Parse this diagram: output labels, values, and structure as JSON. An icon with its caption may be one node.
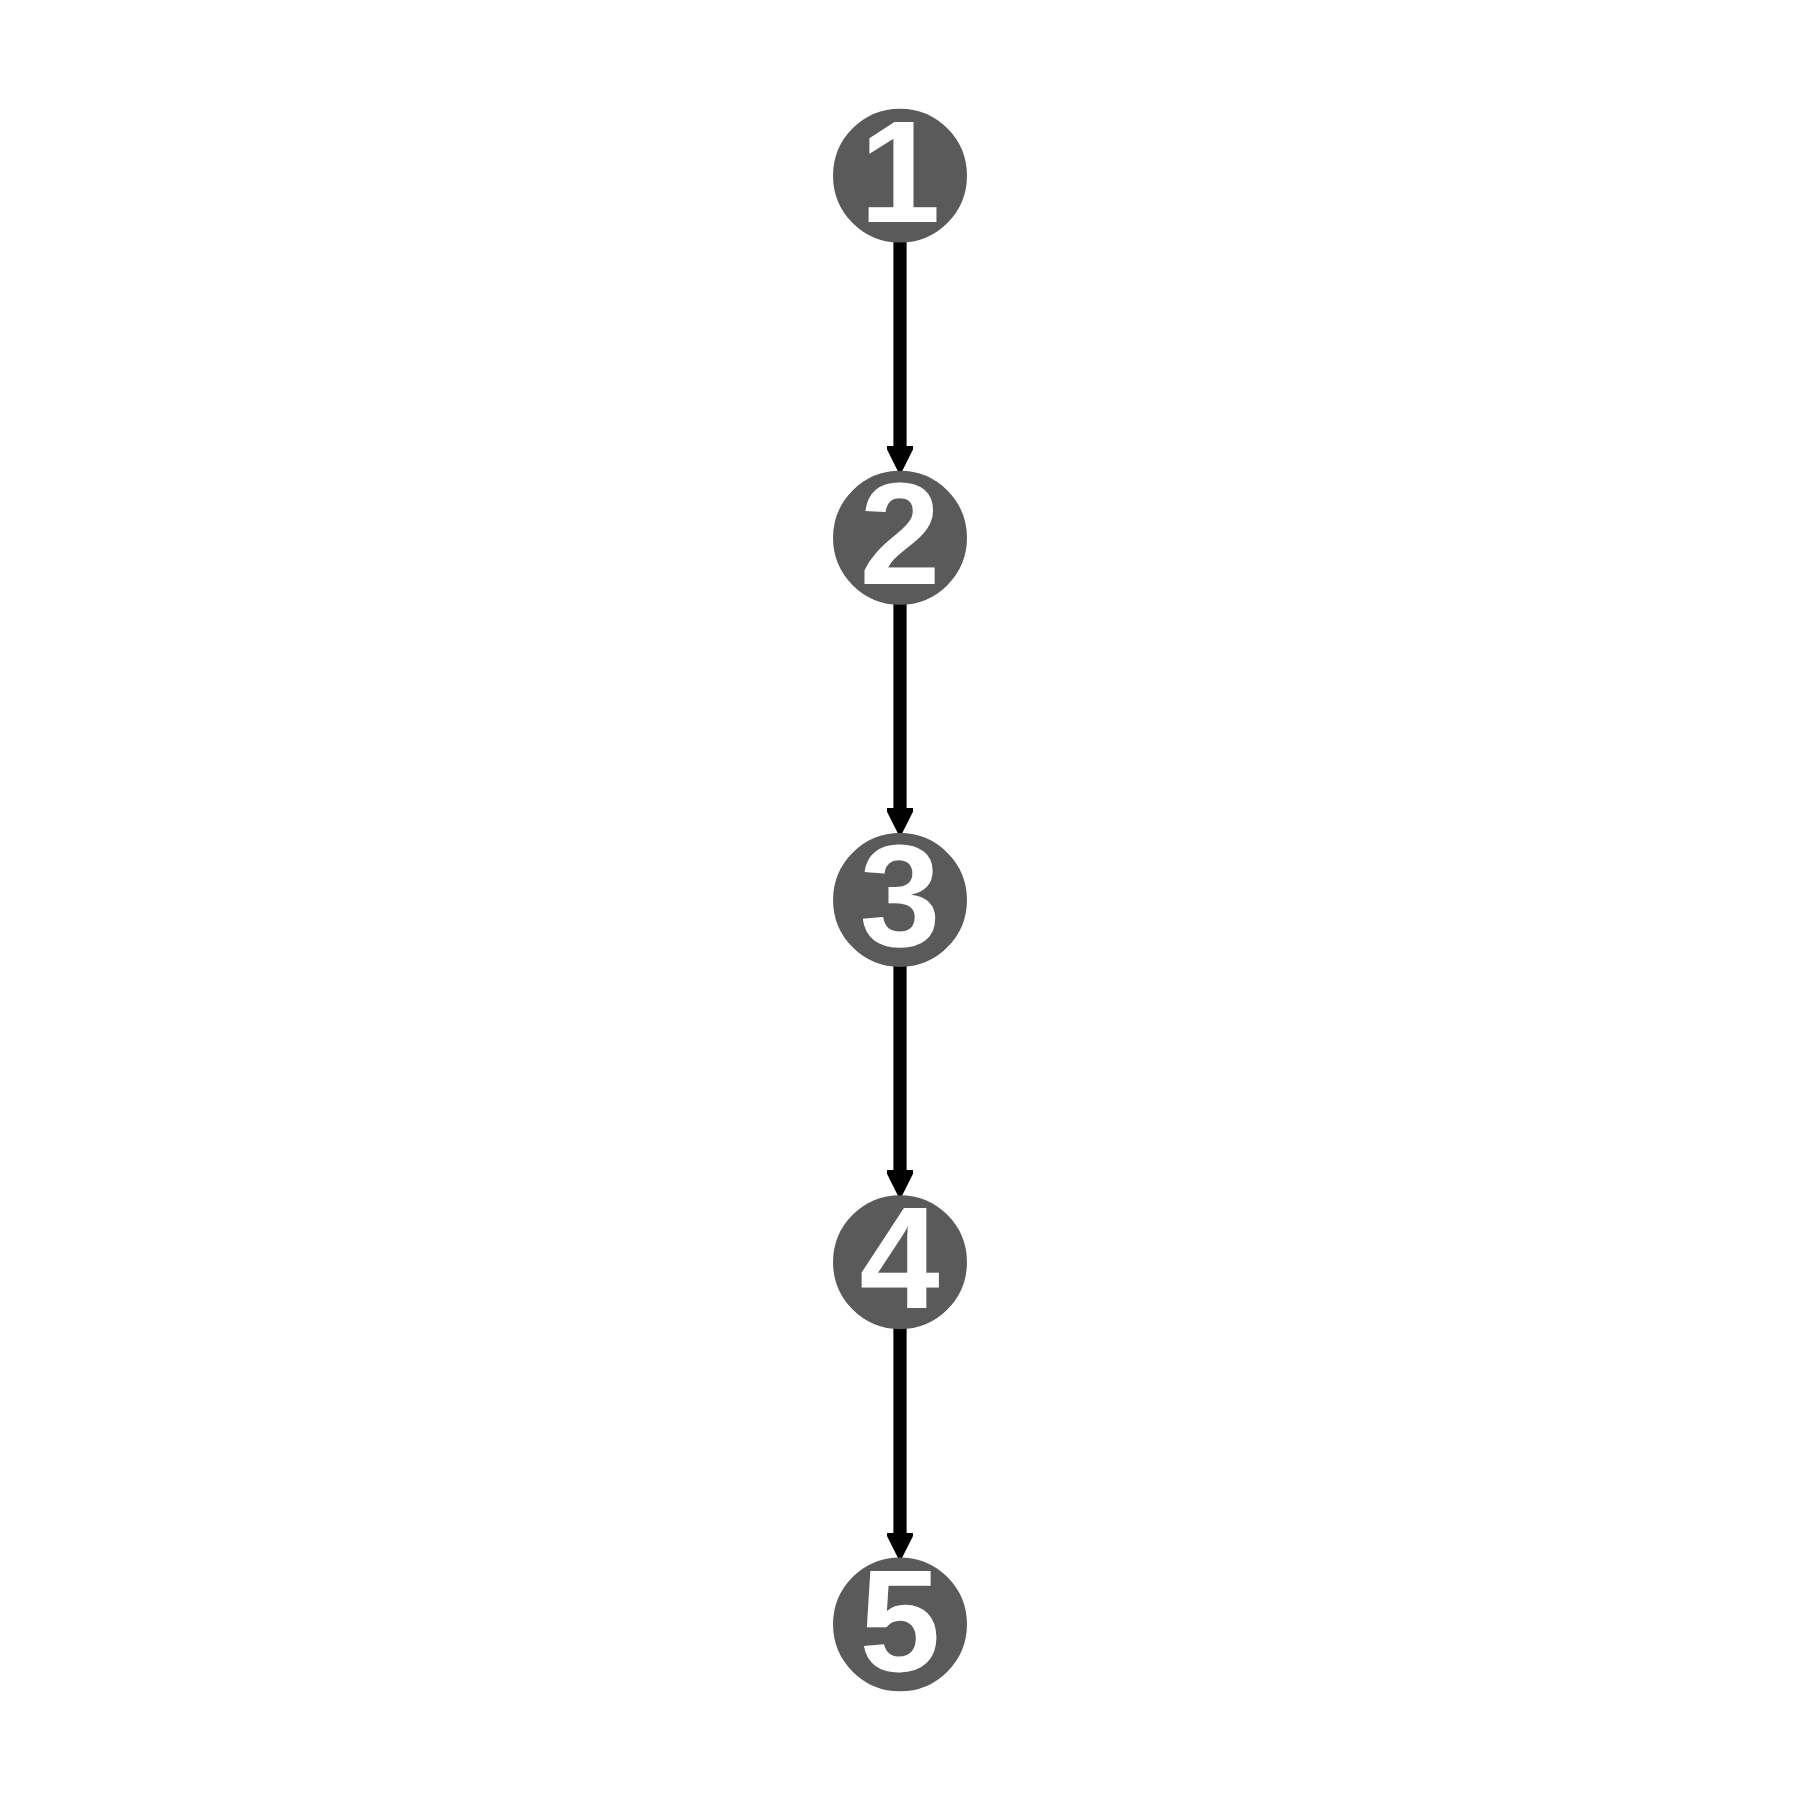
{
  "diagram": {
    "nodes": [
      {
        "text": [
          "3"
        ]
      },
      {
        "text": [
          "1"
        ]
      },
      {
        "text": [
          "5"
        ]
      },
      {
        "text": [
          "4"
        ]
      },
      {
        "text": [
          "2"
        ]
      }
    ],
    "edges": [
      {
        "from": 1,
        "to": 4,
        "arrow": "to"
      },
      {
        "from": 4,
        "to": 0,
        "arrow": "to"
      },
      {
        "from": 0,
        "to": 3,
        "arrow": "to"
      },
      {
        "from": 3,
        "to": 2,
        "arrow": "to"
      }
    ]
  }
}
